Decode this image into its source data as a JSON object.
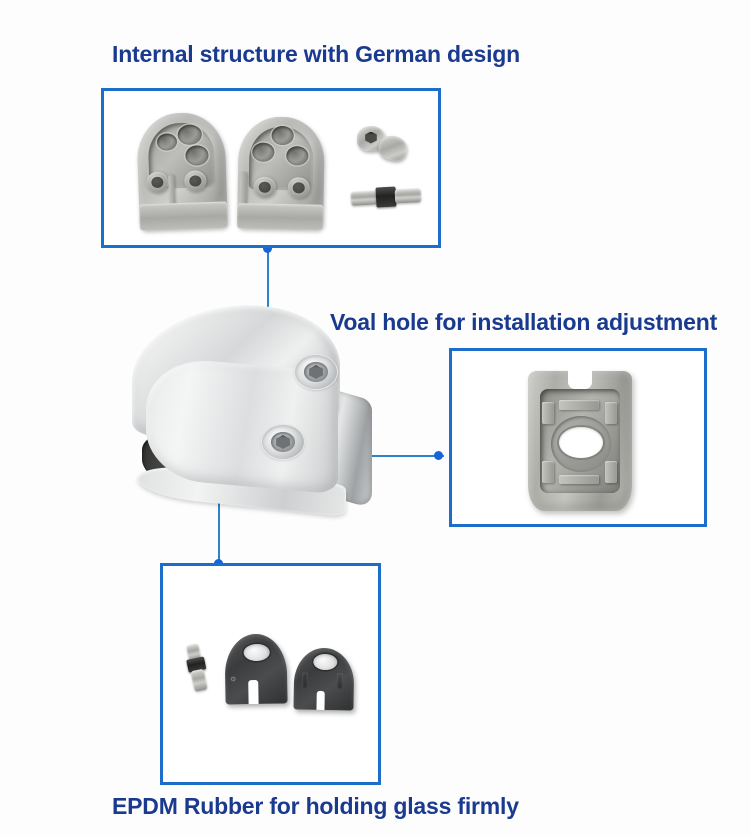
{
  "page": {
    "background_color": "#fdfdfd",
    "accent_blue": "#1d6ec9",
    "caption_navy": "#1a3a8f",
    "connector_blue": "#2b83c8"
  },
  "captions": {
    "internal_structure": "Internal structure with German design",
    "voal_hole": "Voal hole for installation adjustment",
    "epdm_rubber": "EPDM Rubber for holding glass  firmly"
  },
  "panels": [
    {
      "id": "internal-structure",
      "caption_ref": "internal_structure",
      "position": "top-left",
      "contents": "two cast metal clamp half-bodies with machined bores, a hex socket screw and a threaded stud with rubber collar"
    },
    {
      "id": "voal-hole",
      "caption_ref": "voal_hole",
      "position": "middle-right",
      "contents": "rear view of cast clamp body showing the oval slot hole used for installation adjustment"
    },
    {
      "id": "epdm-rubber",
      "caption_ref": "epdm_rubber",
      "position": "bottom-left",
      "contents": "two black EPDM rubber gaskets with centre hole and bottom slot, plus a metal stud"
    }
  ],
  "product": {
    "name": "stainless steel D-shape glass clamp",
    "finish": "polished stainless steel",
    "screw_count": 2,
    "glass_slot": "rubber lined glass slot"
  },
  "connectors": [
    {
      "id": "connector-internal-structure",
      "from": "panel-internal",
      "to": "product-top"
    },
    {
      "id": "connector-voal-hole",
      "from": "panel-voalhole",
      "to": "product-side"
    },
    {
      "id": "connector-epdm-rubber",
      "from": "panel-epdm",
      "to": "product-glass-slot"
    }
  ]
}
